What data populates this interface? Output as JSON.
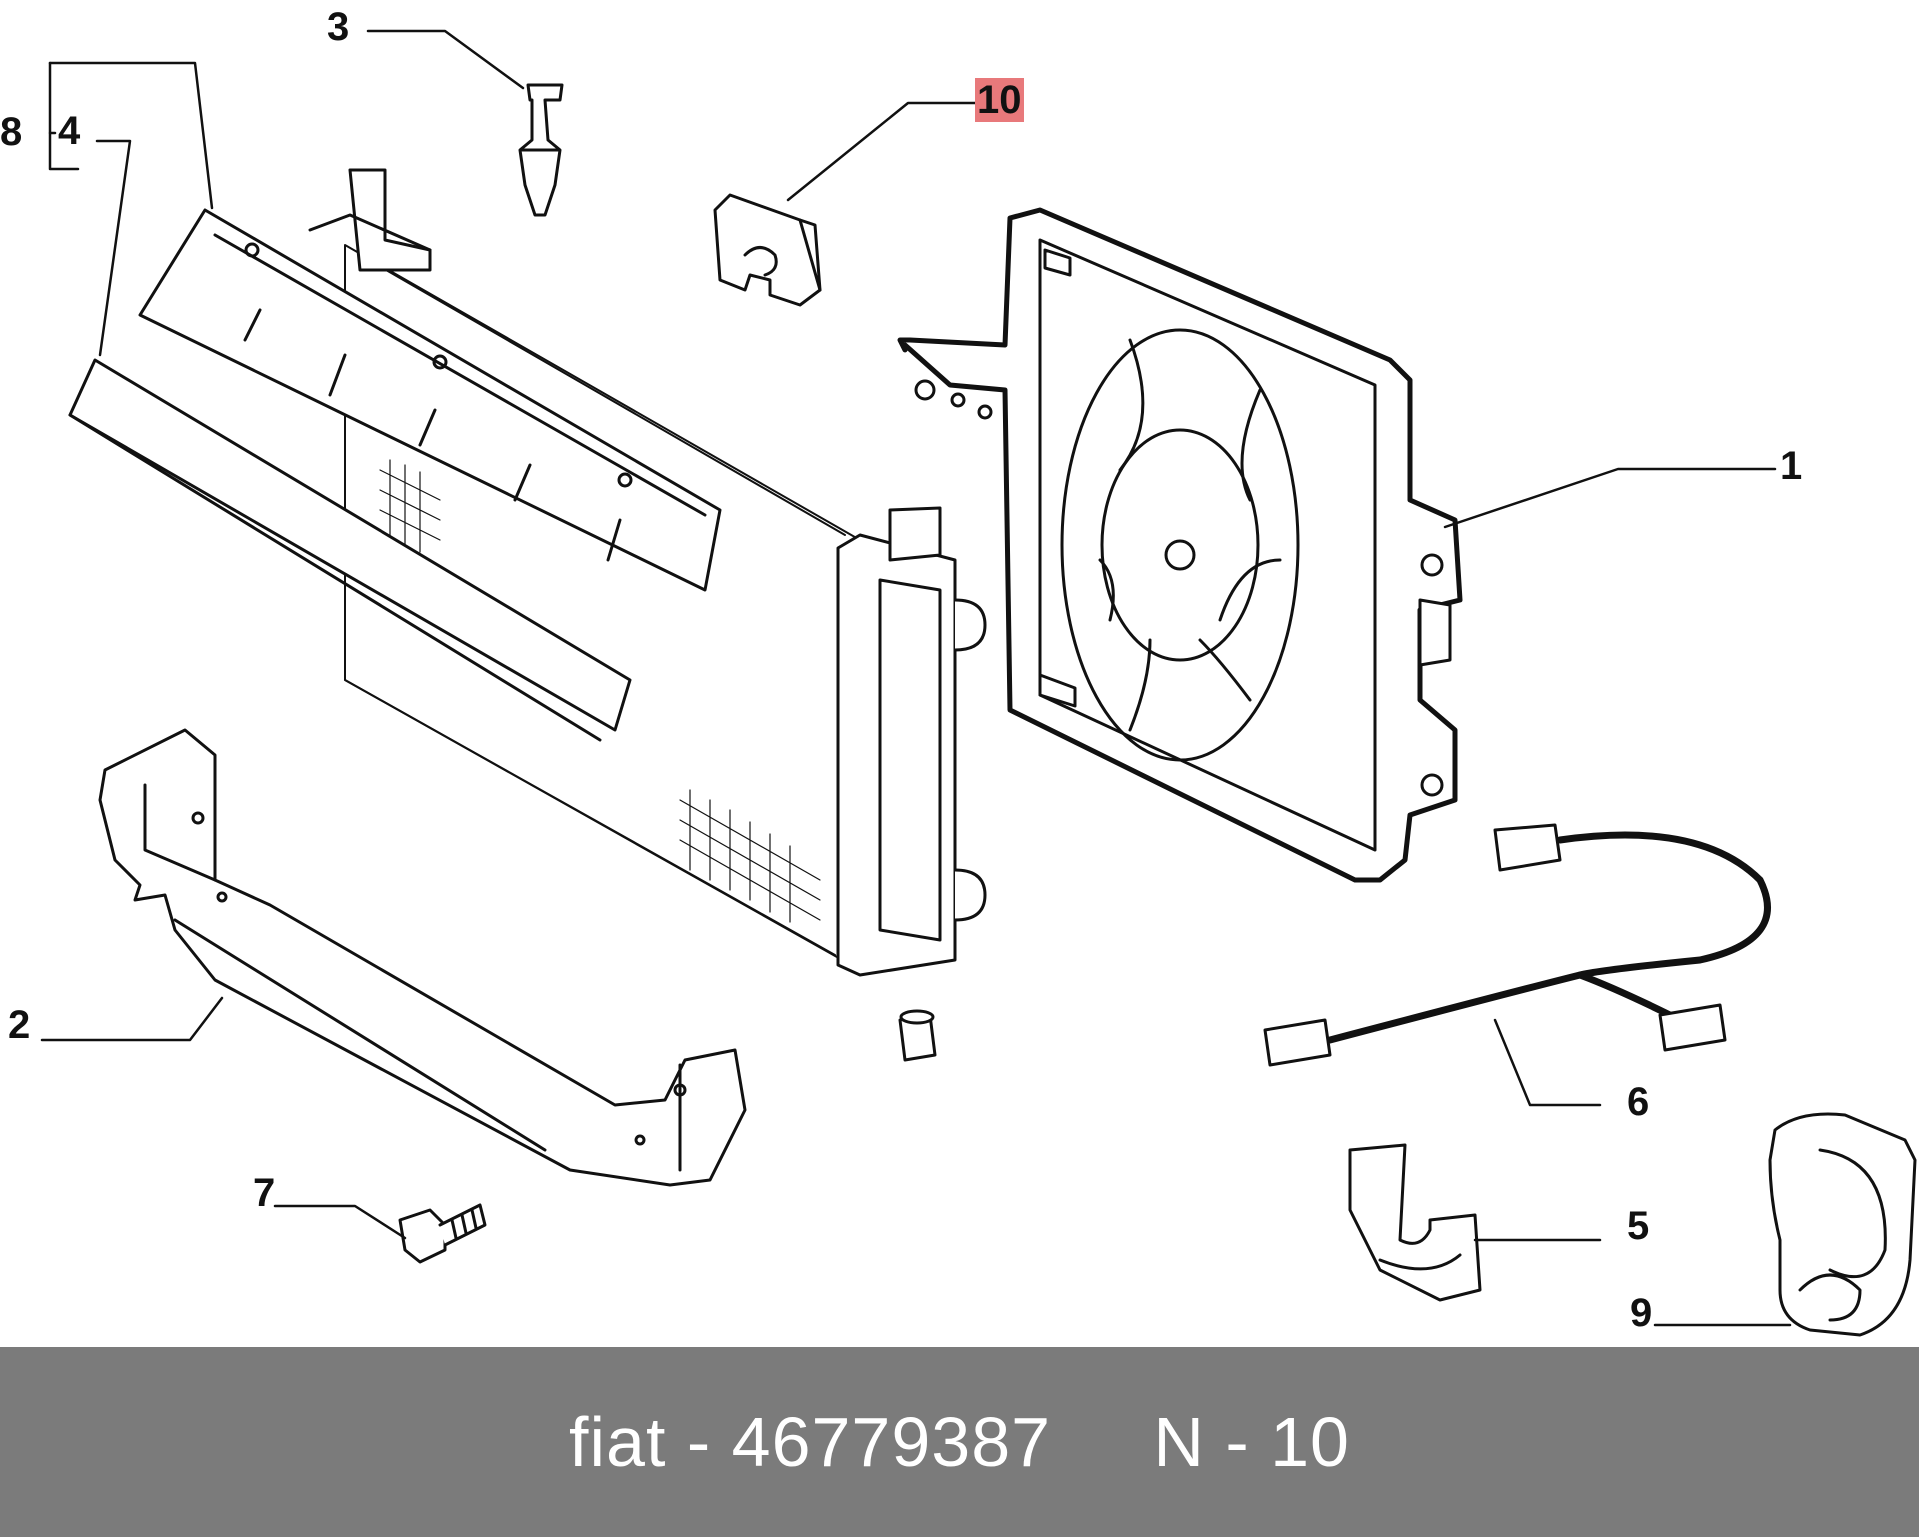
{
  "callouts": {
    "c1": "1",
    "c2": "2",
    "c3": "3",
    "c4": "4",
    "c5": "5",
    "c6": "6",
    "c7": "7",
    "c8": "8",
    "c9": "9",
    "c10": "10"
  },
  "highlighted_callout": "10",
  "highlight_color": "#e8797b",
  "footer": {
    "text": "fiat - 46779387     N - 10",
    "background": "#7b7b7b"
  }
}
